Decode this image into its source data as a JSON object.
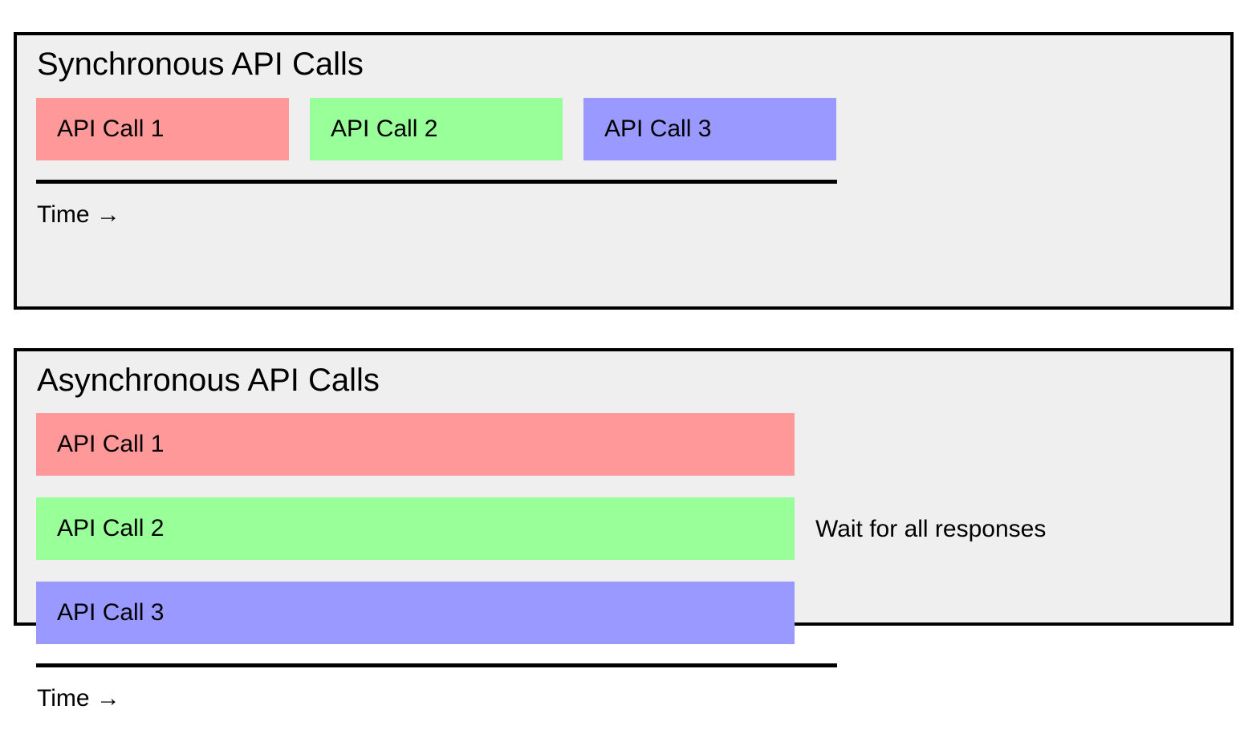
{
  "sync": {
    "title": "Synchronous API Calls",
    "calls": [
      {
        "label": "API Call 1",
        "color": "#ff9999"
      },
      {
        "label": "API Call 2",
        "color": "#99ff99"
      },
      {
        "label": "API Call 3",
        "color": "#9999ff"
      }
    ],
    "axis_label": "Time →"
  },
  "async": {
    "title": "Asynchronous API Calls",
    "calls": [
      {
        "label": "API Call 1",
        "color": "#ff9999"
      },
      {
        "label": "API Call 2",
        "color": "#99ff99"
      },
      {
        "label": "API Call 3",
        "color": "#9999ff"
      }
    ],
    "wait_label": "Wait for all responses",
    "axis_label": "Time →"
  },
  "colors": {
    "panel_background": "#efefef",
    "border": "#000000"
  }
}
